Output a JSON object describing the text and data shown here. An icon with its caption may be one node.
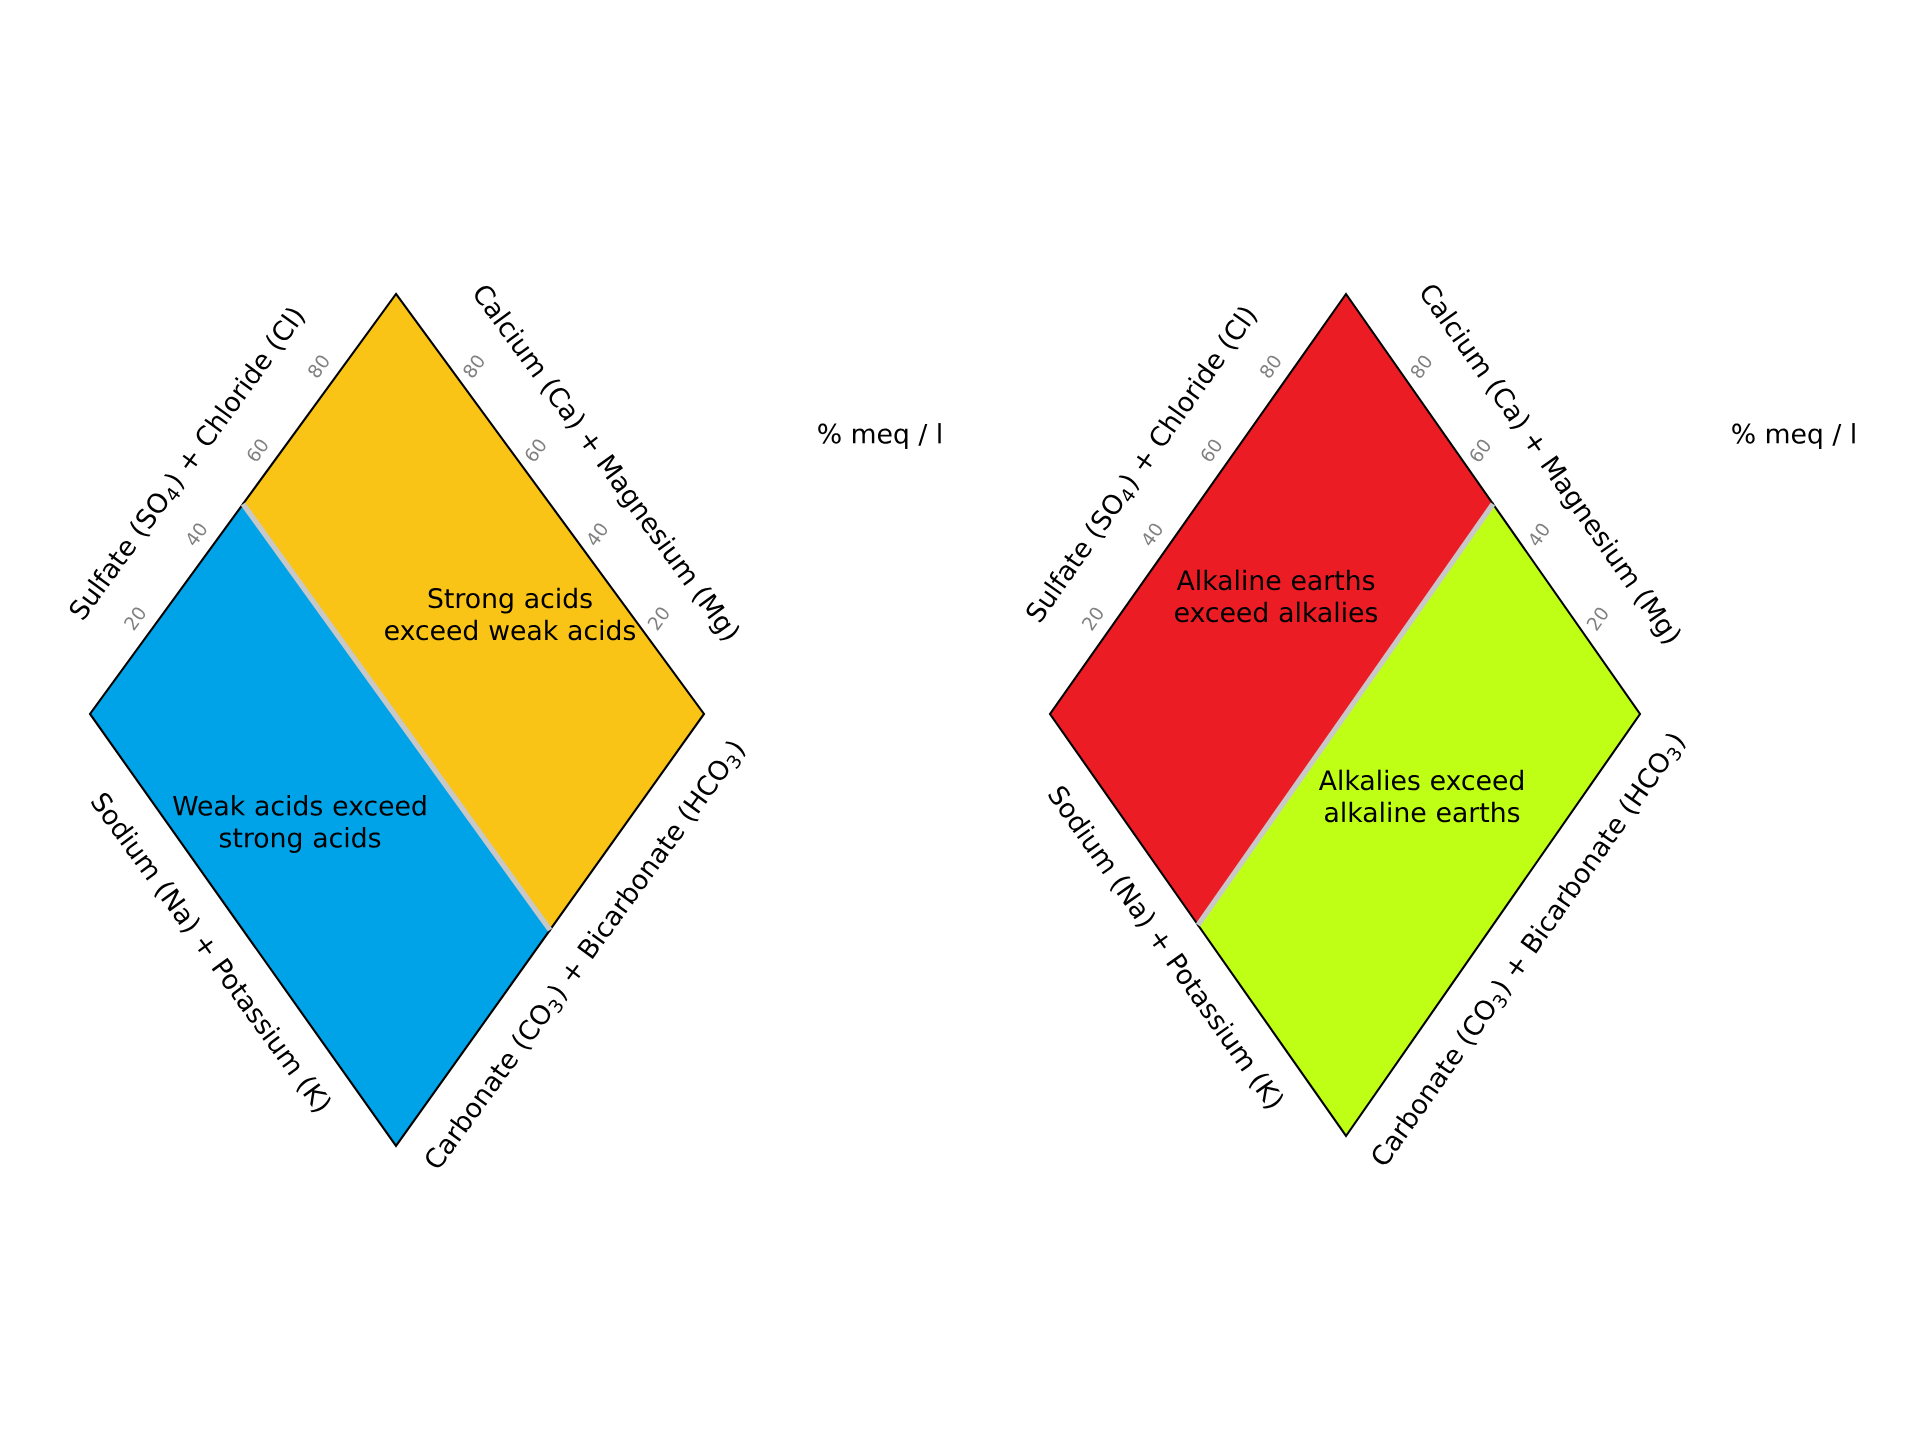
{
  "diagram": {
    "nodes": [
      {
        "text": [
          "Strong acids exceed weak acids"
        ]
      },
      {
        "text": [
          "Weak acids exceed strong acids"
        ]
      },
      {
        "text": [
          "Alkaline earths exceed alkalies"
        ]
      },
      {
        "text": [
          "Alkalies exceed alkaline earths"
        ]
      }
    ],
    "labels": [
      "Sulfate (SO$_{4}$) + Chloride (Cl)",
      "20",
      "40",
      "60",
      "80",
      "Calcium (Ca) + Magnesium (Mg)",
      "80",
      "60",
      "40",
      "20",
      "Sodium (Na) + Potassium (K)",
      "Carbonate (CO$_{3}$) + Bicarbonate (HCO$_{3}$)",
      "% meq / l",
      "Sulfate (SO$_{4}$) + Chloride (Cl)",
      "20",
      "40",
      "60",
      "80",
      "Calcium (Ca) + Magnesium (Mg)",
      "80",
      "60",
      "40",
      "20",
      "Sodium (Na) + Potassium (K)",
      "Carbonate (CO$_{3}$) + Bicarbonate (HCO$_{3}$)",
      "% meq / l"
    ]
  }
}
